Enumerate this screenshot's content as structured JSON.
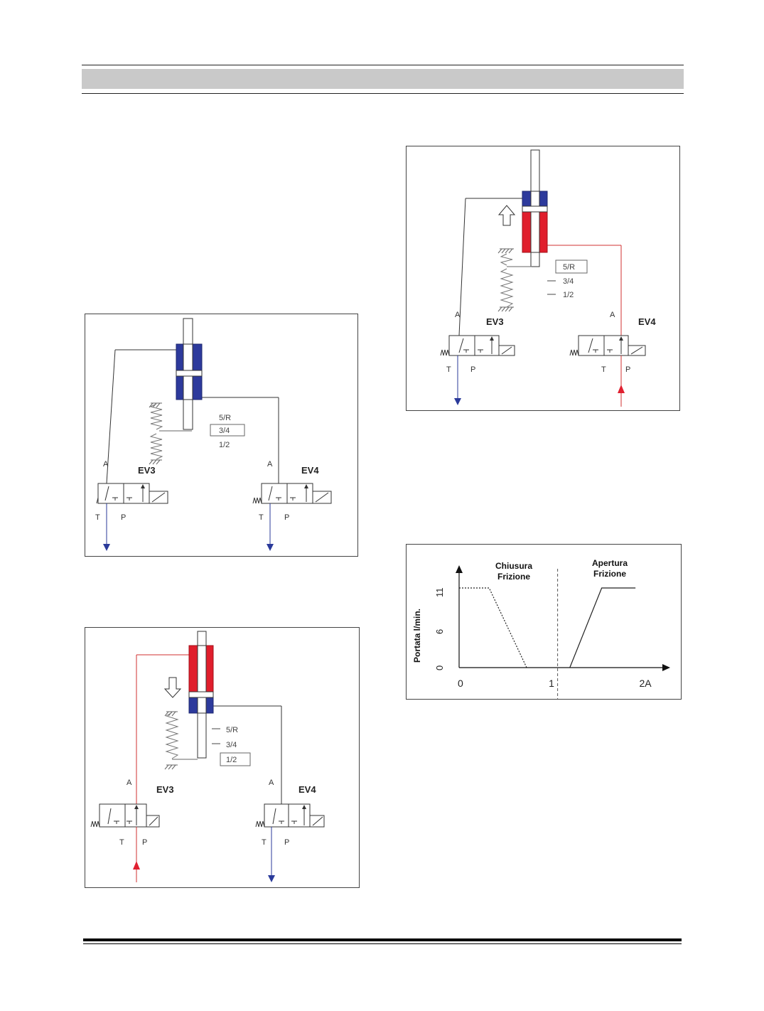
{
  "diagram1": {
    "labels": {
      "ev3": "EV3",
      "ev4": "EV4",
      "port_a_left": "A",
      "port_a_right": "A",
      "t_left": "T",
      "p_left": "P",
      "t_right": "T",
      "p_right": "P"
    },
    "gear_labels": [
      "5/R",
      "3/4",
      "1/2"
    ],
    "selected_gear": "3/4"
  },
  "diagram2": {
    "labels": {
      "ev3": "EV3",
      "ev4": "EV4",
      "port_a_left": "A",
      "port_a_right": "A",
      "t_left": "T",
      "p_left": "P",
      "t_right": "T",
      "p_right": "P"
    },
    "gear_labels": [
      "5/R",
      "3/4",
      "1/2"
    ],
    "selected_gear": "1/2"
  },
  "diagram3": {
    "labels": {
      "ev3": "EV3",
      "ev4": "EV4",
      "port_a_left": "A",
      "port_a_right": "A",
      "t_left": "T",
      "p_left": "P",
      "t_right": "T",
      "p_right": "P"
    },
    "gear_labels": [
      "5/R",
      "3/4",
      "1/2"
    ],
    "selected_gear": "5/R"
  },
  "colors": {
    "pressure": "#e02030",
    "exhaust": "#2a3a9a",
    "chamber_blue": "#2d3a9c",
    "chamber_red": "#e01e2c"
  },
  "chart_data": {
    "type": "line",
    "ylabel": "Portata l/min.",
    "xticks": [
      "0",
      "1",
      "2A"
    ],
    "yticks": [
      "0",
      "6",
      "11"
    ],
    "ylim": [
      0,
      11
    ],
    "xlim": [
      0,
      2
    ],
    "annotations": [
      {
        "text": [
          "Chiusura",
          "Frizione"
        ]
      },
      {
        "text": [
          "Apertura",
          "Frizione"
        ]
      }
    ],
    "series": [
      {
        "style": "dotted",
        "points": [
          [
            0,
            11
          ],
          [
            0.32,
            11
          ],
          [
            0.72,
            0
          ]
        ]
      },
      {
        "style": "solid",
        "points": [
          [
            1.18,
            0
          ],
          [
            1.52,
            11
          ],
          [
            1.88,
            11
          ]
        ]
      }
    ],
    "divider_x": 1.05
  }
}
